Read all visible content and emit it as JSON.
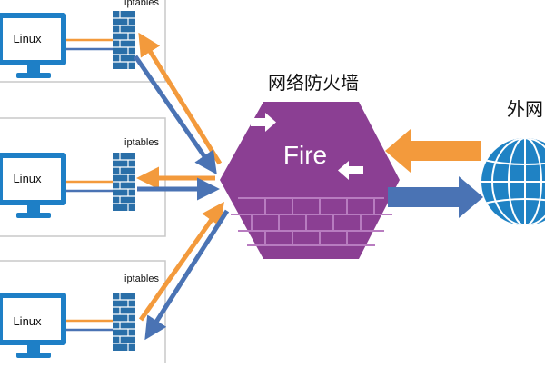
{
  "nodes": [
    {
      "label": "Linux",
      "fw": "iptables"
    },
    {
      "label": "Linux",
      "fw": "iptables"
    },
    {
      "label": "Linux",
      "fw": "iptables"
    }
  ],
  "firewall": {
    "title": "网络防火墙",
    "word": "Fire"
  },
  "internet": {
    "label": "外网"
  },
  "colors": {
    "monitor": "#1e7fc6",
    "screen": "#ffffff",
    "orange": "#f39a3c",
    "blue": "#4a73b4",
    "purple": "#8b3f93",
    "purpleDark": "#6e2c78",
    "brick": "#b87cc0",
    "globe": "#1f82c4",
    "brickWall": "#2a6fa8",
    "panelBorder": "#c8c8c8"
  },
  "icons": {
    "monitor": "desktop-monitor-icon",
    "firewall": "brick-firewall-icon",
    "globe": "globe-icon"
  }
}
